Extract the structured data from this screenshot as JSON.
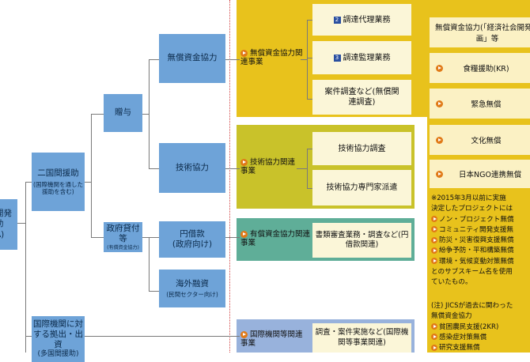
{
  "left_partial": {
    "line1": "開発",
    "line2": "助",
    "line3": "A)"
  },
  "bilateral": {
    "title": "二国間援助",
    "sub": "(国際機関を通した援助を含む)"
  },
  "multilateral": {
    "title": "国際機関に対する拠出・出資",
    "sub": "(多国間援助)"
  },
  "grant": {
    "label": "贈与"
  },
  "loan": {
    "title": "政府貸付等",
    "sub": "(有償資金協力)"
  },
  "grant_aid": {
    "label": "無償資金協力"
  },
  "tech_coop": {
    "label": "技術協力"
  },
  "yen_loan": {
    "title": "円借款",
    "sub": "(政府向け)"
  },
  "overseas": {
    "title": "海外融資",
    "sub": "(民間セクター向け)"
  },
  "cat_grant": {
    "label": "無償資金協力関連事業"
  },
  "cat_tech": {
    "label": "技術協力関連事業"
  },
  "cat_loan": {
    "label": "有償資金協力関連事業"
  },
  "cat_intl": {
    "label": "国際機関等関連事業"
  },
  "leaf_grant": [
    {
      "tag": "2",
      "text": "調達代理業務"
    },
    {
      "tag": "3",
      "text": "調達監理業務"
    },
    {
      "text": "案件調査など(無償関連調査)"
    }
  ],
  "leaf_tech": [
    {
      "text": "技術協力調査"
    },
    {
      "text": "技術協力専門家派遣"
    }
  ],
  "leaf_loan": {
    "text": "書類審査業務・調査など(円借款関連)"
  },
  "leaf_intl": {
    "text": "調査・案件実施など(国際機関等事業関連)"
  },
  "right_boxes": [
    {
      "text": "無償資金協力(「経済社会開発計画」等"
    },
    {
      "text": "食糧援助(KR)"
    },
    {
      "text": "緊急無償"
    },
    {
      "text": "文化無償"
    },
    {
      "text": "日本NGO連携無償"
    }
  ],
  "note1": {
    "intro1": "※2015年3月以前に実施",
    "intro2": "決定したプロジェクトには",
    "items": [
      "ノン・プロジェクト無償",
      "コミュニティ開発支援無",
      "防災・災害復興支援無償",
      "紛争予防・平和構築無償",
      "環境・気候変動対策無償"
    ],
    "outro1": "とのサブスキーム名を使用",
    "outro2": "ていたもの。"
  },
  "note2": {
    "intro1": "(注) JICSが過去に関わった",
    "intro2": "無償資金協力",
    "items": [
      "貧困農民支援(2KR)",
      "感染症対策無償",
      "研究支援無償"
    ]
  },
  "colors": {
    "blue": "#6ea3d8",
    "grant_band": "#e8c21c",
    "tech_band": "#c9c22a",
    "loan_band": "#5fae98",
    "intl_band": "#98b2dc",
    "orange_dot": "#e07a18",
    "divider_red": "#d04040"
  }
}
